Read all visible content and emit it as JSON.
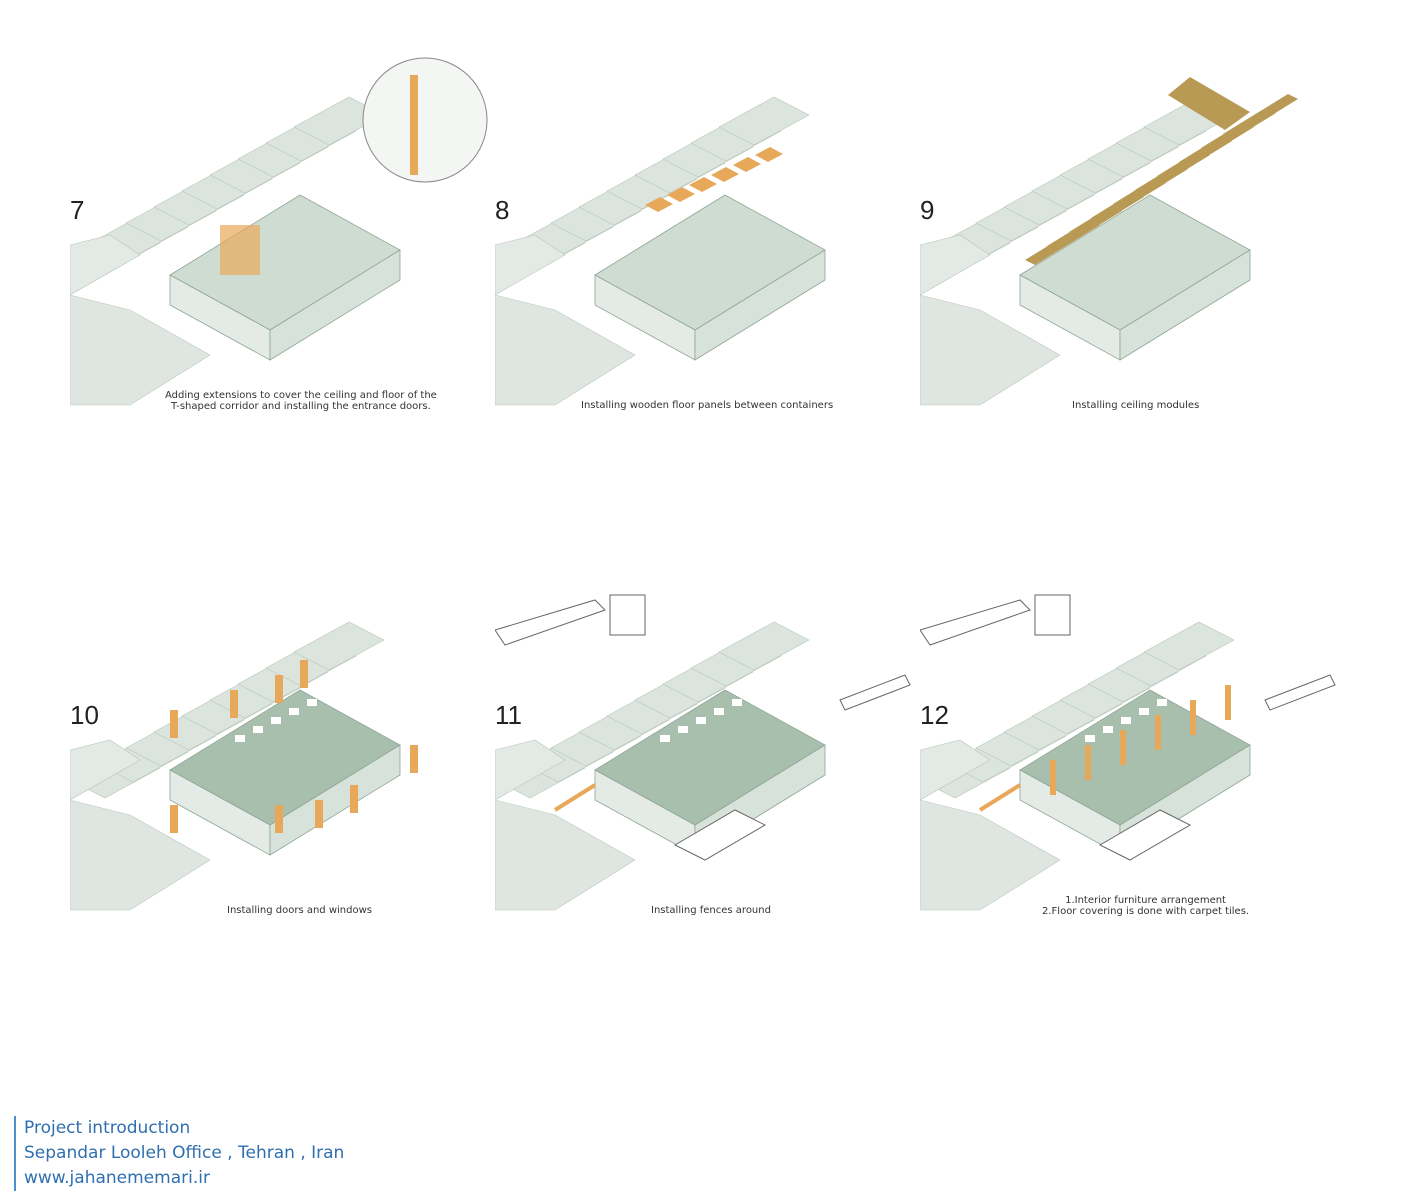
{
  "steps": [
    {
      "number": "7",
      "caption_line1": "Adding extensions to cover the ceiling and floor of the",
      "caption_line2": "T-shaped corridor and installing the entrance doors."
    },
    {
      "number": "8",
      "caption_line1": "Installing wooden floor panels between containers",
      "caption_line2": ""
    },
    {
      "number": "9",
      "caption_line1": "Installing ceiling modules",
      "caption_line2": ""
    },
    {
      "number": "10",
      "caption_line1": "Installing doors and windows",
      "caption_line2": ""
    },
    {
      "number": "11",
      "caption_line1": "Installing fences around",
      "caption_line2": ""
    },
    {
      "number": "12",
      "caption_line1": "1.Interior furniture arrangement",
      "caption_line2": "2.Floor covering is done with carpet tiles."
    }
  ],
  "footer": {
    "line1": "Project introduction",
    "line2": "Sepandar Looleh Office , Tehran , Iran",
    "line3": "www.jahanememari.ir"
  },
  "colors": {
    "green": "#c9d9cc",
    "orange": "#e8a85a",
    "wood": "#b99a55",
    "footer": "#2f6fb0"
  }
}
